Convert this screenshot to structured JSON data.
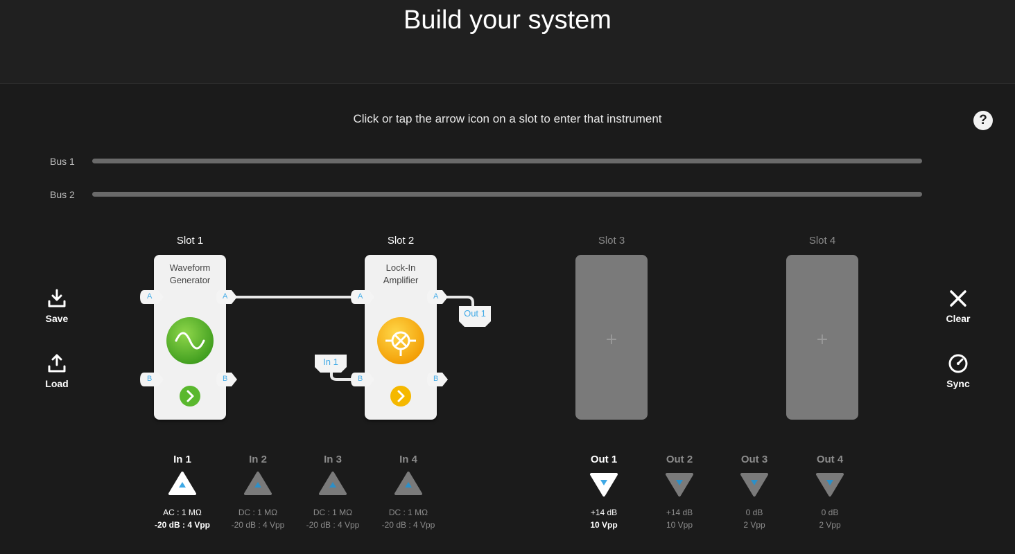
{
  "header": {
    "title": "Build your system"
  },
  "instructions": "Click or tap the arrow icon on a slot to enter that instrument",
  "help": {
    "label": "?"
  },
  "buses": [
    {
      "label": "Bus 1"
    },
    {
      "label": "Bus 2"
    }
  ],
  "actions": {
    "save": "Save",
    "load": "Load",
    "clear": "Clear",
    "sync": "Sync"
  },
  "slots": [
    {
      "title": "Slot 1",
      "instrument": [
        "Waveform",
        "Generator"
      ],
      "accent": "#5ab82e",
      "ports": {
        "in_a": "A",
        "out_a": "A",
        "in_b": "B",
        "out_b": "B"
      }
    },
    {
      "title": "Slot 2",
      "instrument": [
        "Lock-In",
        "Amplifier"
      ],
      "accent": "#f5b800",
      "ports": {
        "in_a": "A",
        "out_a": "A",
        "in_b": "B",
        "out_b": "B"
      }
    },
    {
      "title": "Slot 3",
      "empty_icon": "+"
    },
    {
      "title": "Slot 4",
      "empty_icon": "+"
    }
  ],
  "tags": {
    "out1": "Out 1",
    "in1": "In 1"
  },
  "inputs": [
    {
      "label": "In 1",
      "coupling": "AC : 1 MΩ",
      "range": "-20 dB : 4 Vpp",
      "active": true
    },
    {
      "label": "In 2",
      "coupling": "DC : 1 MΩ",
      "range": "-20 dB : 4 Vpp",
      "active": false
    },
    {
      "label": "In 3",
      "coupling": "DC : 1 MΩ",
      "range": "-20 dB : 4 Vpp",
      "active": false
    },
    {
      "label": "In 4",
      "coupling": "DC : 1 MΩ",
      "range": "-20 dB : 4 Vpp",
      "active": false
    }
  ],
  "outputs": [
    {
      "label": "Out 1",
      "gain": "+14 dB",
      "range": "10 Vpp",
      "active": true
    },
    {
      "label": "Out 2",
      "gain": "+14 dB",
      "range": "10 Vpp",
      "active": false
    },
    {
      "label": "Out 3",
      "gain": "0 dB",
      "range": "2 Vpp",
      "active": false
    },
    {
      "label": "Out 4",
      "gain": "0 dB",
      "range": "2 Vpp",
      "active": false
    }
  ],
  "colors": {
    "accent_blue": "#3fa9e6",
    "active_white": "#ffffff",
    "inactive_grey": "#7a7a7a"
  }
}
